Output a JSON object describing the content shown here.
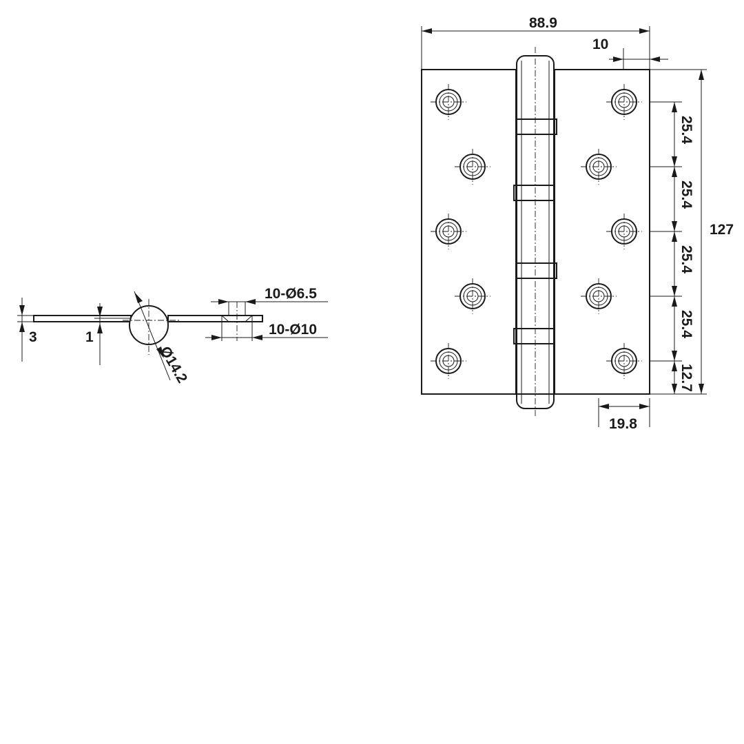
{
  "diagram": {
    "side_view": {
      "leaf_thickness": "3",
      "gap": "1",
      "knuckle_diameter": "Ø14.2",
      "hole_inner": "10-Ø6.5",
      "hole_outer": "10-Ø10"
    },
    "front_view": {
      "overall_width": "88.9",
      "knuckle_offset": "10",
      "overall_height": "127",
      "hole_pitch_1": "25.4",
      "hole_pitch_2": "25.4",
      "hole_pitch_3": "25.4",
      "hole_pitch_4": "25.4",
      "edge_to_hole": "12.7",
      "hole_to_edge": "19.8"
    }
  }
}
